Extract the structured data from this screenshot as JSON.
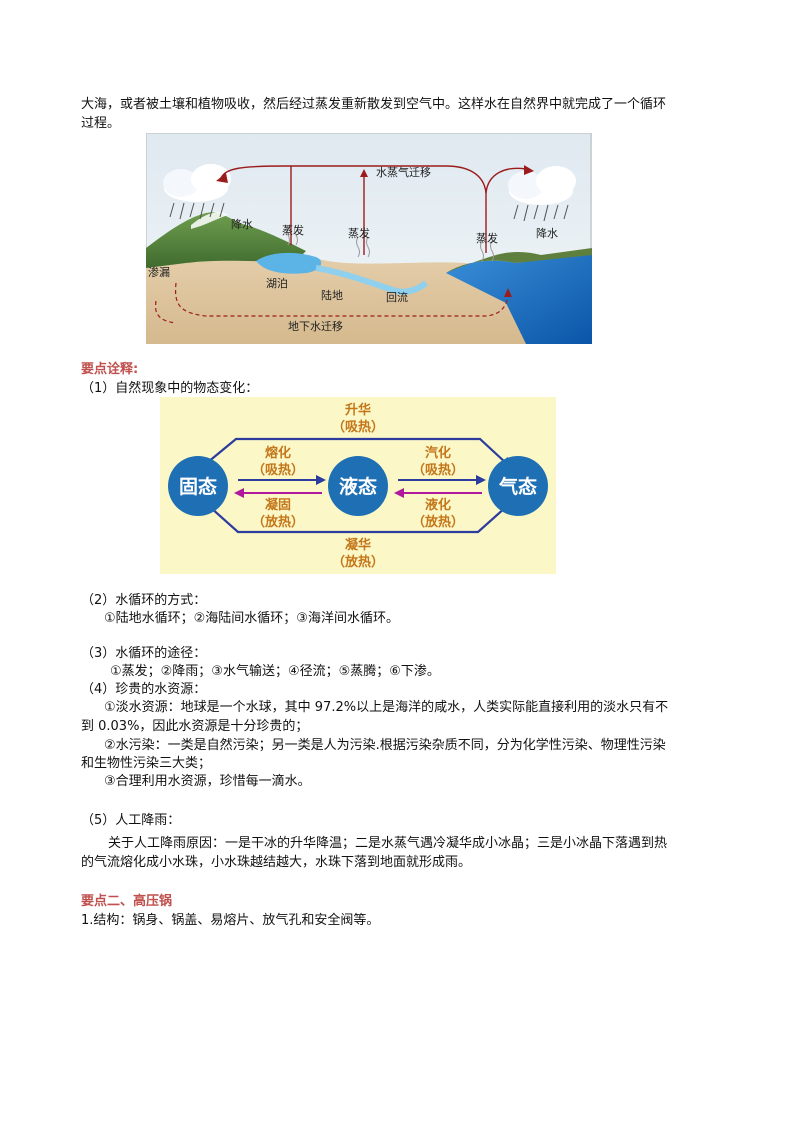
{
  "intro": {
    "line1": "大海，或者被土壤和植物吸收，然后经过蒸发重新散发到空气中。这样水在自然界中就完成了一个循环",
    "line2": "过程。"
  },
  "water_cycle_figure": {
    "labels": {
      "vapor_migration": "水蒸气迁移",
      "precip_left": "降水",
      "evap1": "蒸发",
      "evap2": "蒸发",
      "evap3": "蒸发",
      "precip_right": "降水",
      "seepage": "渗漏",
      "lake": "湖泊",
      "land": "陆地",
      "backflow": "回流",
      "groundwater": "地下水迁移"
    }
  },
  "section1": {
    "title": "要点诠释:",
    "item1_title": "（1）自然现象中的物态变化：",
    "state_diagram": {
      "solid": "固态",
      "liquid": "液态",
      "gas": "气态",
      "sublimation": "升华",
      "sublimation_note": "（吸热）",
      "melting": "熔化",
      "melting_note": "（吸热）",
      "vaporization": "汽化",
      "vaporization_note": "（吸热）",
      "freezing": "凝固",
      "freezing_note": "（放热）",
      "liquefaction": "液化",
      "liquefaction_note": "（放热）",
      "deposition": "凝华",
      "deposition_note": "（放热）"
    },
    "item2_title": "（2）水循环的方式：",
    "item2_body": "①陆地水循环；②海陆间水循环；③海洋间水循环。",
    "item3_title": "（3）水循环的途径：",
    "item3_body": "①蒸发；②降雨；③水气输送；④径流；⑤蒸腾；⑥下渗。",
    "item4_title": "（4）珍贵的水资源：",
    "item4_l1": "①淡水资源：地球是一个水球，其中 97.2%以上是海洋的咸水，人类实际能直接利用的淡水只有不",
    "item4_l2": "到 0.03%，因此水资源是十分珍贵的；",
    "item4_l3": "②水污染：一类是自然污染；另一类是人为污染.根据污染杂质不同，分为化学性污染、物理性污染",
    "item4_l4": "和生物性污染三大类；",
    "item4_l5": "③合理利用水资源，珍惜每一滴水。",
    "item5_title": "（5）人工降雨：",
    "item5_l1": "关于人工降雨原因：一是干冰的升华降温；二是水蒸气遇冷凝华成小冰晶；三是小冰晶下落遇到热",
    "item5_l2": "的气流熔化成小水珠，小水珠越结越大，水珠下落到地面就形成雨。"
  },
  "section2": {
    "title": "要点二、高压锅",
    "item1": "1.结构：锅身、锅盖、易熔片、放气孔和安全阀等。"
  },
  "colors": {
    "heading": "#c0504d",
    "circle": "#1f6fb4",
    "blue_arrow": "#2b3c9e",
    "magenta_arrow": "#b0189e",
    "label_gold": "#c4761a",
    "diagram_bg": "#fbf7c6"
  }
}
